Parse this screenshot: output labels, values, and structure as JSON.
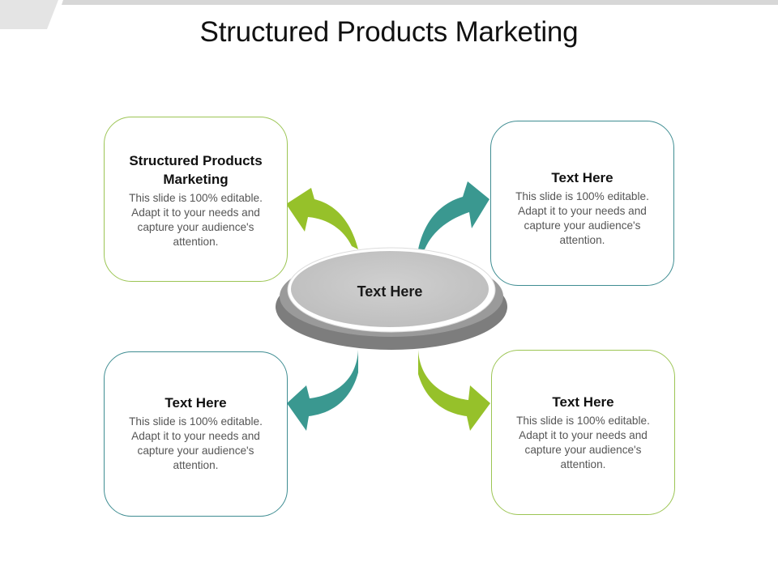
{
  "slide": {
    "title": "Structured Products Marketing"
  },
  "colors": {
    "green": "#96c12a",
    "teal": "#3a9890",
    "green_border": "#9cc554",
    "teal_border": "#3f8d92",
    "hub_top": "#c8c8c8",
    "hub_base": "#7a7a7a"
  },
  "hub": {
    "label": "Text Here"
  },
  "cards": {
    "top_left": {
      "title": "Structured Products Marketing",
      "body": "This slide is 100% editable. Adapt it to your needs and capture your audience's attention."
    },
    "top_right": {
      "title": "Text Here",
      "body": "This slide is 100% editable. Adapt it to your needs and capture your audience's attention."
    },
    "bottom_left": {
      "title": "Text Here",
      "body": "This slide is 100% editable. Adapt it to your needs and capture your audience's attention."
    },
    "bottom_right": {
      "title": "Text Here",
      "body": "This slide is 100% editable. Adapt it to your needs and capture your audience's attention."
    }
  }
}
